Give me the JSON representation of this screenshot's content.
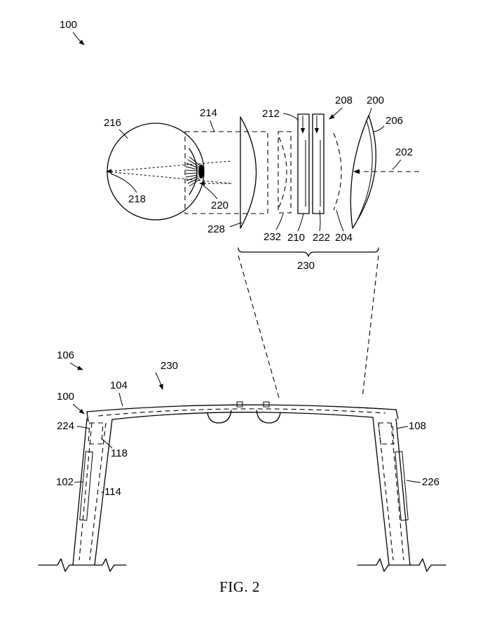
{
  "figure": {
    "caption": "FIG. 2",
    "refs": {
      "r100_top": "100",
      "r216": "216",
      "r214": "214",
      "r212": "212",
      "r208": "208",
      "r200": "200",
      "r206": "206",
      "r202": "202",
      "r218": "218",
      "r220": "220",
      "r228": "228",
      "r232": "232",
      "r210": "210",
      "r222": "222",
      "r204": "204",
      "r230_top": "230",
      "r106": "106",
      "r230_bottom": "230",
      "r100_bottom": "100",
      "r104": "104",
      "r224": "224",
      "r118": "118",
      "r108": "108",
      "r102": "102",
      "r114": "-114",
      "r226": "226"
    }
  }
}
